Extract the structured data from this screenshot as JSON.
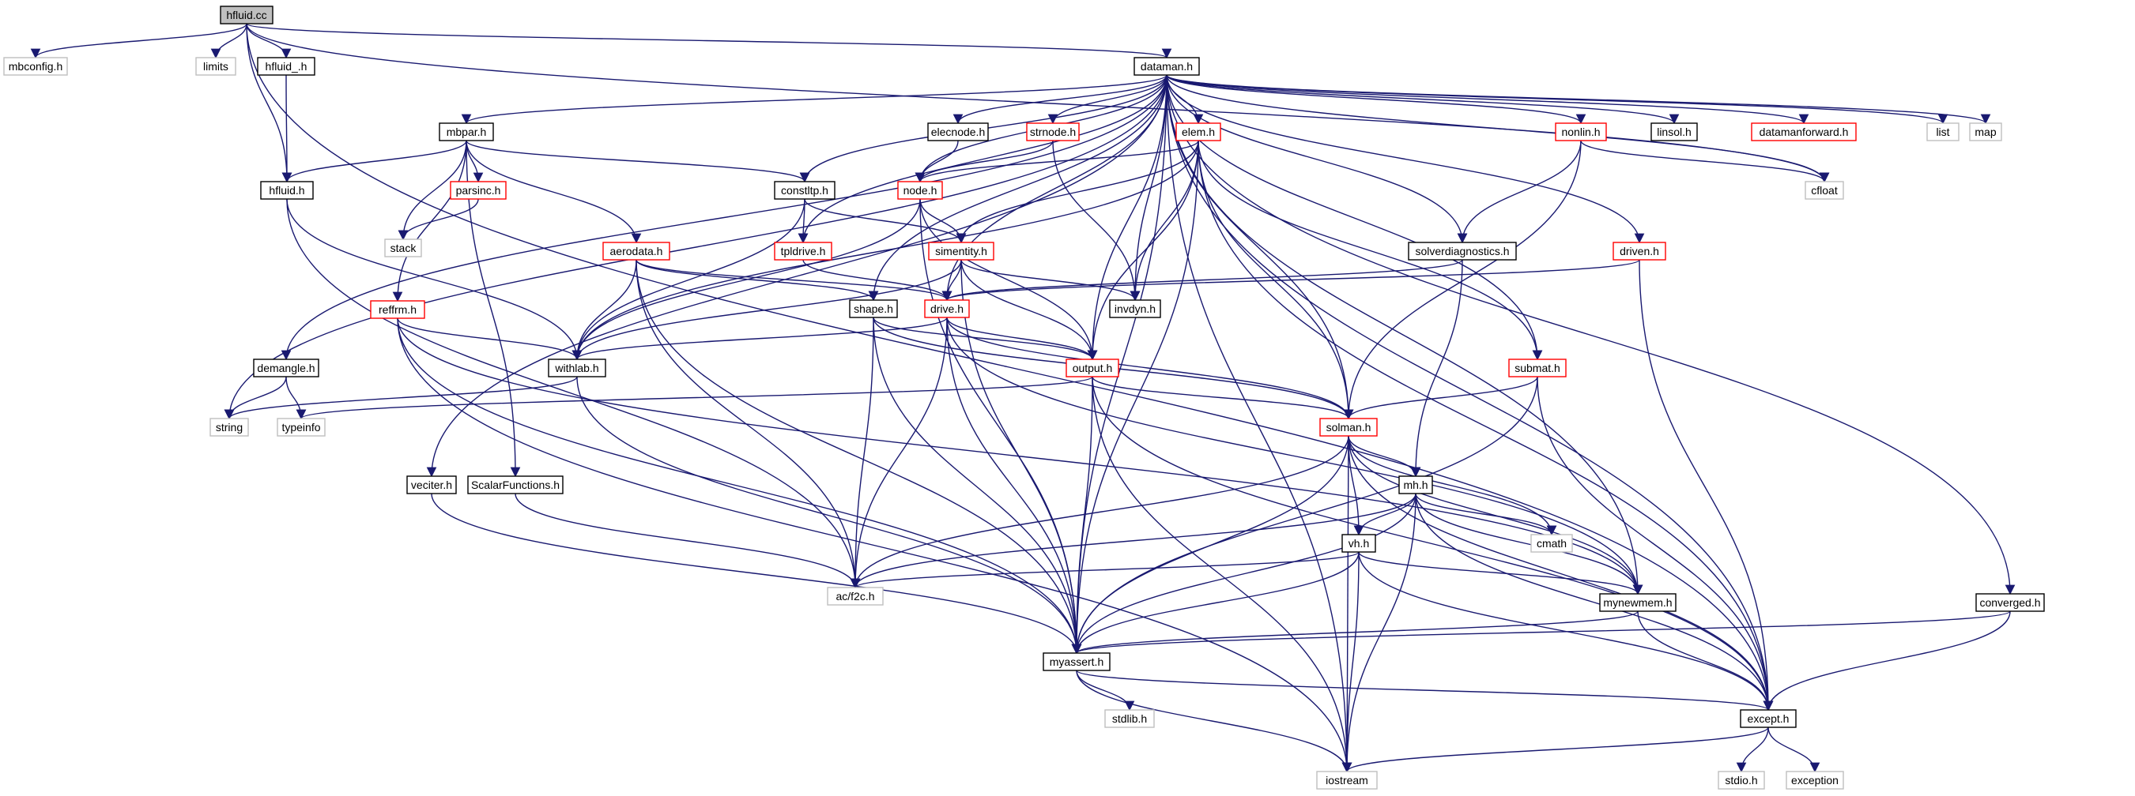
{
  "title": "hfluid.cc",
  "colors": {
    "edge": "#191970",
    "node_plain_border": "#000000",
    "node_linked_border": "#ff0000",
    "node_external_border": "#bfbfbf",
    "root_fill": "#bfbfbf",
    "node_fill": "#ffffff"
  },
  "nodes": [
    {
      "id": "hfluid_cc",
      "label": "hfluid.cc",
      "kind": "root"
    },
    {
      "id": "mbconfig_h",
      "label": "mbconfig.h",
      "kind": "external"
    },
    {
      "id": "limits",
      "label": "limits",
      "kind": "external"
    },
    {
      "id": "hfluid__h",
      "label": "hfluid_.h",
      "kind": "plain"
    },
    {
      "id": "dataman_h",
      "label": "dataman.h",
      "kind": "plain"
    },
    {
      "id": "mbpar_h",
      "label": "mbpar.h",
      "kind": "plain"
    },
    {
      "id": "elecnode_h",
      "label": "elecnode.h",
      "kind": "plain"
    },
    {
      "id": "strnode_h",
      "label": "strnode.h",
      "kind": "linked"
    },
    {
      "id": "elem_h",
      "label": "elem.h",
      "kind": "linked"
    },
    {
      "id": "nonlin_h",
      "label": "nonlin.h",
      "kind": "linked"
    },
    {
      "id": "linsol_h",
      "label": "linsol.h",
      "kind": "plain"
    },
    {
      "id": "datamanforward_h",
      "label": "datamanforward.h",
      "kind": "linked"
    },
    {
      "id": "list",
      "label": "list",
      "kind": "external"
    },
    {
      "id": "map",
      "label": "map",
      "kind": "external"
    },
    {
      "id": "hfluid_h",
      "label": "hfluid.h",
      "kind": "plain"
    },
    {
      "id": "parsinc_h",
      "label": "parsinc.h",
      "kind": "linked"
    },
    {
      "id": "constltp_h",
      "label": "constltp.h",
      "kind": "plain"
    },
    {
      "id": "node_h",
      "label": "node.h",
      "kind": "linked"
    },
    {
      "id": "cfloat",
      "label": "cfloat",
      "kind": "external"
    },
    {
      "id": "stack",
      "label": "stack",
      "kind": "external"
    },
    {
      "id": "aerodata_h",
      "label": "aerodata.h",
      "kind": "linked"
    },
    {
      "id": "tpldrive_h",
      "label": "tpldrive.h",
      "kind": "linked"
    },
    {
      "id": "simentity_h",
      "label": "simentity.h",
      "kind": "linked"
    },
    {
      "id": "solverdiagnostics_h",
      "label": "solverdiagnostics.h",
      "kind": "plain"
    },
    {
      "id": "driven_h",
      "label": "driven.h",
      "kind": "linked"
    },
    {
      "id": "reffrm_h",
      "label": "reffrm.h",
      "kind": "linked"
    },
    {
      "id": "shape_h",
      "label": "shape.h",
      "kind": "plain"
    },
    {
      "id": "drive_h",
      "label": "drive.h",
      "kind": "linked"
    },
    {
      "id": "invdyn_h",
      "label": "invdyn.h",
      "kind": "plain"
    },
    {
      "id": "demangle_h",
      "label": "demangle.h",
      "kind": "plain"
    },
    {
      "id": "withlab_h",
      "label": "withlab.h",
      "kind": "plain"
    },
    {
      "id": "output_h",
      "label": "output.h",
      "kind": "linked"
    },
    {
      "id": "submat_h",
      "label": "submat.h",
      "kind": "linked"
    },
    {
      "id": "string",
      "label": "string",
      "kind": "external"
    },
    {
      "id": "typeinfo",
      "label": "typeinfo",
      "kind": "external"
    },
    {
      "id": "solman_h",
      "label": "solman.h",
      "kind": "linked"
    },
    {
      "id": "veciter_h",
      "label": "veciter.h",
      "kind": "plain"
    },
    {
      "id": "scalarfunctions_h",
      "label": "ScalarFunctions.h",
      "kind": "plain"
    },
    {
      "id": "mh_h",
      "label": "mh.h",
      "kind": "plain"
    },
    {
      "id": "cmath",
      "label": "cmath",
      "kind": "external"
    },
    {
      "id": "vh_h",
      "label": "vh.h",
      "kind": "plain"
    },
    {
      "id": "ac_f2c_h",
      "label": "ac/f2c.h",
      "kind": "external"
    },
    {
      "id": "mynewmem_h",
      "label": "mynewmem.h",
      "kind": "plain"
    },
    {
      "id": "converged_h",
      "label": "converged.h",
      "kind": "plain"
    },
    {
      "id": "myassert_h",
      "label": "myassert.h",
      "kind": "plain"
    },
    {
      "id": "stdlib_h",
      "label": "stdlib.h",
      "kind": "external"
    },
    {
      "id": "except_h",
      "label": "except.h",
      "kind": "plain"
    },
    {
      "id": "stdio_h",
      "label": "stdio.h",
      "kind": "external"
    },
    {
      "id": "exception",
      "label": "exception",
      "kind": "external"
    },
    {
      "id": "iostream",
      "label": "iostream",
      "kind": "external"
    }
  ],
  "edges": [
    [
      "hfluid_cc",
      "mbconfig_h"
    ],
    [
      "hfluid_cc",
      "limits"
    ],
    [
      "hfluid_cc",
      "hfluid__h"
    ],
    [
      "hfluid_cc",
      "hfluid_h"
    ],
    [
      "hfluid_cc",
      "dataman_h"
    ],
    [
      "hfluid_cc",
      "cfloat"
    ],
    [
      "hfluid_cc",
      "except_h"
    ],
    [
      "hfluid__h",
      "hfluid_h"
    ],
    [
      "dataman_h",
      "mbpar_h"
    ],
    [
      "dataman_h",
      "elecnode_h"
    ],
    [
      "dataman_h",
      "strnode_h"
    ],
    [
      "dataman_h",
      "elem_h"
    ],
    [
      "dataman_h",
      "nonlin_h"
    ],
    [
      "dataman_h",
      "linsol_h"
    ],
    [
      "dataman_h",
      "datamanforward_h"
    ],
    [
      "dataman_h",
      "list"
    ],
    [
      "dataman_h",
      "map"
    ],
    [
      "dataman_h",
      "cfloat"
    ],
    [
      "dataman_h",
      "constltp_h"
    ],
    [
      "dataman_h",
      "node_h"
    ],
    [
      "dataman_h",
      "tpldrive_h"
    ],
    [
      "dataman_h",
      "solverdiagnostics_h"
    ],
    [
      "dataman_h",
      "driven_h"
    ],
    [
      "dataman_h",
      "invdyn_h"
    ],
    [
      "dataman_h",
      "shape_h"
    ],
    [
      "dataman_h",
      "drive_h"
    ],
    [
      "dataman_h",
      "output_h"
    ],
    [
      "dataman_h",
      "solman_h"
    ],
    [
      "dataman_h",
      "submat_h"
    ],
    [
      "dataman_h",
      "demangle_h"
    ],
    [
      "dataman_h",
      "string"
    ],
    [
      "dataman_h",
      "veciter_h"
    ],
    [
      "dataman_h",
      "mynewmem_h"
    ],
    [
      "dataman_h",
      "myassert_h"
    ],
    [
      "dataman_h",
      "converged_h"
    ],
    [
      "dataman_h",
      "except_h"
    ],
    [
      "dataman_h",
      "iostream"
    ],
    [
      "mbpar_h",
      "hfluid_h"
    ],
    [
      "mbpar_h",
      "parsinc_h"
    ],
    [
      "mbpar_h",
      "constltp_h"
    ],
    [
      "mbpar_h",
      "aerodata_h"
    ],
    [
      "mbpar_h",
      "stack"
    ],
    [
      "mbpar_h",
      "reffrm_h"
    ],
    [
      "mbpar_h",
      "scalarfunctions_h"
    ],
    [
      "elecnode_h",
      "node_h"
    ],
    [
      "strnode_h",
      "node_h"
    ],
    [
      "strnode_h",
      "invdyn_h"
    ],
    [
      "elem_h",
      "node_h"
    ],
    [
      "elem_h",
      "simentity_h"
    ],
    [
      "elem_h",
      "invdyn_h"
    ],
    [
      "elem_h",
      "withlab_h"
    ],
    [
      "elem_h",
      "output_h"
    ],
    [
      "elem_h",
      "solman_h"
    ],
    [
      "elem_h",
      "submat_h"
    ],
    [
      "elem_h",
      "myassert_h"
    ],
    [
      "elem_h",
      "except_h"
    ],
    [
      "nonlin_h",
      "cfloat"
    ],
    [
      "nonlin_h",
      "solverdiagnostics_h"
    ],
    [
      "nonlin_h",
      "solman_h"
    ],
    [
      "hfluid_h",
      "withlab_h"
    ],
    [
      "hfluid_h",
      "ac_f2c_h"
    ],
    [
      "parsinc_h",
      "stack"
    ],
    [
      "constltp_h",
      "tpldrive_h"
    ],
    [
      "constltp_h",
      "simentity_h"
    ],
    [
      "constltp_h",
      "withlab_h"
    ],
    [
      "node_h",
      "simentity_h"
    ],
    [
      "node_h",
      "output_h"
    ],
    [
      "node_h",
      "withlab_h"
    ],
    [
      "node_h",
      "myassert_h"
    ],
    [
      "aerodata_h",
      "drive_h"
    ],
    [
      "aerodata_h",
      "withlab_h"
    ],
    [
      "aerodata_h",
      "ac_f2c_h"
    ],
    [
      "aerodata_h",
      "myassert_h"
    ],
    [
      "aerodata_h",
      "shape_h"
    ],
    [
      "tpldrive_h",
      "drive_h"
    ],
    [
      "simentity_h",
      "drive_h"
    ],
    [
      "simentity_h",
      "invdyn_h"
    ],
    [
      "simentity_h",
      "output_h"
    ],
    [
      "simentity_h",
      "withlab_h"
    ],
    [
      "simentity_h",
      "myassert_h"
    ],
    [
      "solverdiagnostics_h",
      "drive_h"
    ],
    [
      "solverdiagnostics_h",
      "mh_h"
    ],
    [
      "driven_h",
      "drive_h"
    ],
    [
      "driven_h",
      "except_h"
    ],
    [
      "reffrm_h",
      "withlab_h"
    ],
    [
      "reffrm_h",
      "myassert_h"
    ],
    [
      "reffrm_h",
      "iostream"
    ],
    [
      "reffrm_h",
      "mynewmem_h"
    ],
    [
      "shape_h",
      "output_h"
    ],
    [
      "shape_h",
      "ac_f2c_h"
    ],
    [
      "shape_h",
      "myassert_h"
    ],
    [
      "shape_h",
      "solman_h"
    ],
    [
      "drive_h",
      "withlab_h"
    ],
    [
      "drive_h",
      "output_h"
    ],
    [
      "drive_h",
      "solman_h"
    ],
    [
      "drive_h",
      "ac_f2c_h"
    ],
    [
      "drive_h",
      "myassert_h"
    ],
    [
      "drive_h",
      "mynewmem_h"
    ],
    [
      "demangle_h",
      "string"
    ],
    [
      "demangle_h",
      "typeinfo"
    ],
    [
      "withlab_h",
      "string"
    ],
    [
      "withlab_h",
      "myassert_h"
    ],
    [
      "output_h",
      "solman_h"
    ],
    [
      "output_h",
      "typeinfo"
    ],
    [
      "output_h",
      "myassert_h"
    ],
    [
      "output_h",
      "except_h"
    ],
    [
      "output_h",
      "iostream"
    ],
    [
      "submat_h",
      "solman_h"
    ],
    [
      "submat_h",
      "myassert_h"
    ],
    [
      "submat_h",
      "except_h"
    ],
    [
      "solman_h",
      "mh_h"
    ],
    [
      "solman_h",
      "vh_h"
    ],
    [
      "solman_h",
      "cmath"
    ],
    [
      "solman_h",
      "ac_f2c_h"
    ],
    [
      "solman_h",
      "myassert_h"
    ],
    [
      "solman_h",
      "mynewmem_h"
    ],
    [
      "solman_h",
      "except_h"
    ],
    [
      "solman_h",
      "iostream"
    ],
    [
      "veciter_h",
      "myassert_h"
    ],
    [
      "scalarfunctions_h",
      "ac_f2c_h"
    ],
    [
      "mh_h",
      "vh_h"
    ],
    [
      "mh_h",
      "cmath"
    ],
    [
      "mh_h",
      "ac_f2c_h"
    ],
    [
      "mh_h",
      "myassert_h"
    ],
    [
      "mh_h",
      "mynewmem_h"
    ],
    [
      "mh_h",
      "except_h"
    ],
    [
      "mh_h",
      "iostream"
    ],
    [
      "vh_h",
      "ac_f2c_h"
    ],
    [
      "vh_h",
      "myassert_h"
    ],
    [
      "vh_h",
      "mynewmem_h"
    ],
    [
      "vh_h",
      "except_h"
    ],
    [
      "vh_h",
      "iostream"
    ],
    [
      "mynewmem_h",
      "myassert_h"
    ],
    [
      "mynewmem_h",
      "except_h"
    ],
    [
      "converged_h",
      "myassert_h"
    ],
    [
      "converged_h",
      "except_h"
    ],
    [
      "myassert_h",
      "stdlib_h"
    ],
    [
      "myassert_h",
      "except_h"
    ],
    [
      "myassert_h",
      "iostream"
    ],
    [
      "except_h",
      "stdio_h"
    ],
    [
      "except_h",
      "exception"
    ],
    [
      "except_h",
      "iostream"
    ]
  ]
}
